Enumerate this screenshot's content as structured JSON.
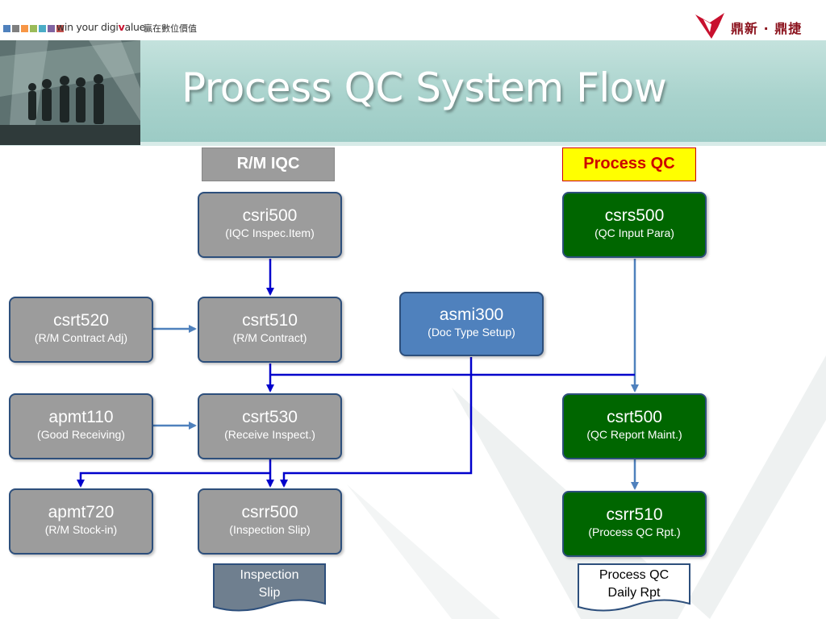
{
  "header": {
    "tagline_prefix": "win your digi",
    "tagline_v": "v",
    "tagline_suffix": "alue",
    "tagline_cn": "贏在數位價值",
    "logo_text": "鼎新 · 鼎捷",
    "square_colors": [
      "#4f81bd",
      "#7f7f7f",
      "#f79646",
      "#9bbb59",
      "#4bacc6",
      "#8064a2",
      "#c0504d",
      "#a5a5a5"
    ]
  },
  "title": "Process QC System Flow",
  "columns": {
    "rm_iqc": "R/M IQC",
    "process_qc": "Process QC"
  },
  "nodes": {
    "csri500": {
      "code": "csri500",
      "desc": "(IQC Inspec.Item)"
    },
    "csrt520": {
      "code": "csrt520",
      "desc": "(R/M Contract Adj)"
    },
    "csrt510": {
      "code": "csrt510",
      "desc": "(R/M Contract)"
    },
    "apmt110": {
      "code": "apmt110",
      "desc": "(Good Receiving)"
    },
    "csrt530": {
      "code": "csrt530",
      "desc": "(Receive Inspect.)"
    },
    "apmt720": {
      "code": "apmt720",
      "desc": "(R/M Stock-in)"
    },
    "csrr500": {
      "code": "csrr500",
      "desc": "(Inspection Slip)"
    },
    "asmi300": {
      "code": "asmi300",
      "desc": "(Doc Type Setup)"
    },
    "csrs500": {
      "code": "csrs500",
      "desc": "(QC Input Para)"
    },
    "csrt500": {
      "code": "csrt500",
      "desc": "(QC Report Maint.)"
    },
    "csrr510": {
      "code": "csrr510",
      "desc": "(Process QC Rpt.)"
    }
  },
  "documents": {
    "inspection_slip": {
      "line1": "Inspection",
      "line2": "Slip"
    },
    "daily_rpt": {
      "line1": "Process QC",
      "line2": "Daily Rpt"
    }
  },
  "colors": {
    "gray_node": "#9c9c9c",
    "green_node": "#006600",
    "blue_node": "#4f81bd",
    "connector_blue": "#0000cc",
    "connector_light": "#4f81bd",
    "banner": "#a9d3cd"
  }
}
